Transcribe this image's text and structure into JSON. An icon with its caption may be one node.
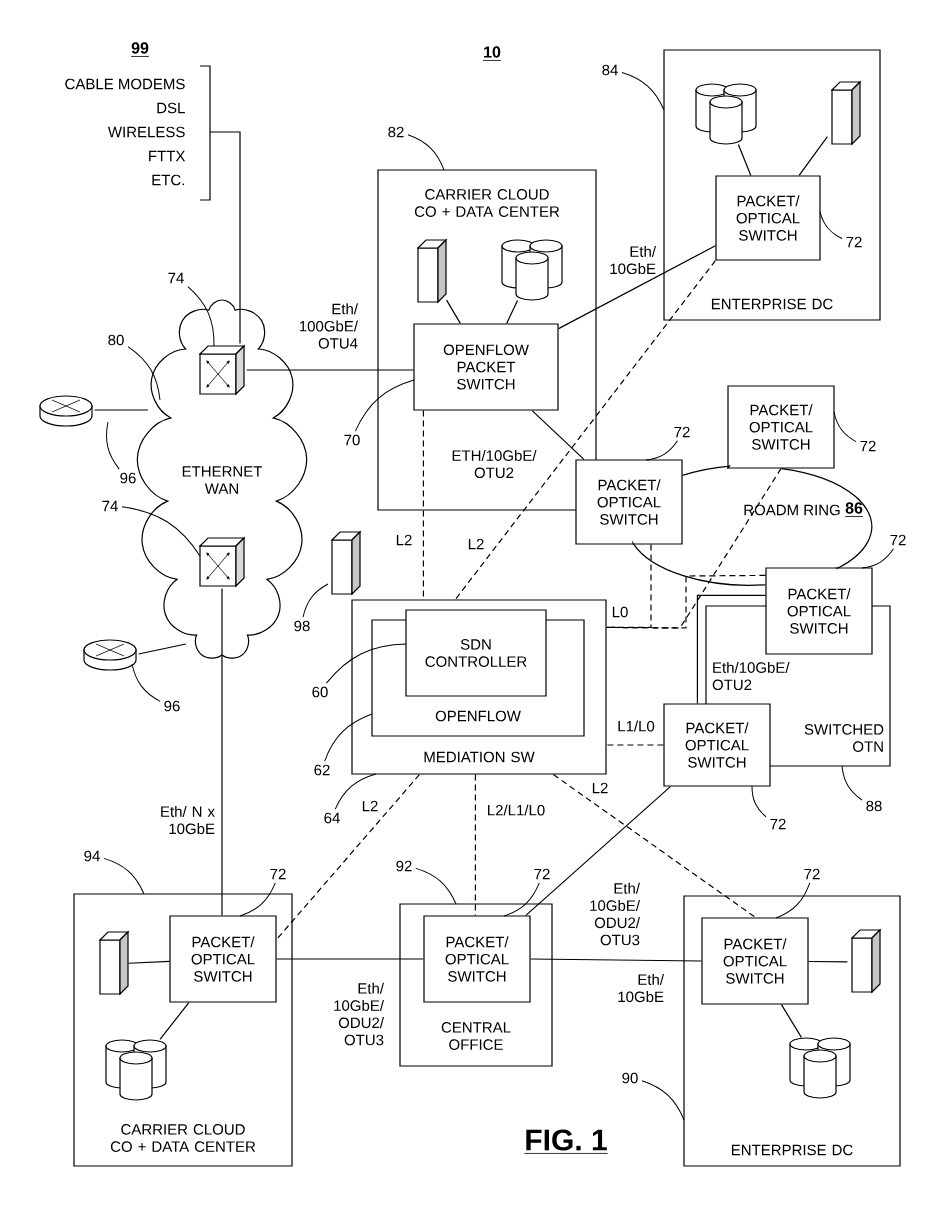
{
  "diagram": {
    "caption": "FIG. 1",
    "nodes": [
      {
        "text": [
          "CARRIER CLOUD CO + DATA CENTER"
        ]
      },
      {
        "text": [],
        "shape": "server",
        "in": 0
      },
      {
        "text": [],
        "shape": "cylinder",
        "in": 0
      },
      {
        "text": [
          "OPENFLOW PACKET SWITCH"
        ],
        "in": 0
      },
      {
        "text": [
          "ENTERPRISE DC"
        ]
      },
      {
        "text": [],
        "shape": "cylinder",
        "in": 4
      },
      {
        "text": [],
        "shape": "server",
        "in": 4
      },
      {
        "text": [
          "PACKET/ OPTICAL SWITCH"
        ],
        "in": 4
      },
      {
        "text": [
          "ETHERNET WAN"
        ]
      },
      {
        "text": [],
        "shape": "switch",
        "in": 8
      },
      {
        "text": [],
        "shape": "switch",
        "in": 8
      },
      {
        "text": [],
        "shape": "router"
      },
      {
        "text": [],
        "shape": "router"
      },
      {
        "text": [
          "99",
          "CABLE MODEMS",
          "DSL",
          "WIRELESS",
          "FTTX",
          "ETC."
        ]
      },
      {
        "text": [],
        "shape": "server"
      },
      {
        "text": [
          "MEDIATION SW"
        ]
      },
      {
        "text": [
          "OPENFLOW"
        ],
        "in": 15
      },
      {
        "text": [
          "SDN CONTROLLER"
        ],
        "in": 15
      },
      {
        "text": [
          "PACKET/ OPTICAL SWITCH"
        ]
      },
      {
        "text": [
          "PACKET/ OPTICAL SWITCH"
        ]
      },
      {
        "text": [
          "PACKET/ OPTICAL SWITCH"
        ]
      },
      {
        "text": [
          "ROADM RING",
          "86"
        ]
      },
      {
        "text": [
          "SWITCHED OTN"
        ]
      },
      {
        "text": [
          "PACKET/ OPTICAL SWITCH"
        ]
      },
      {
        "text": [
          "CARRIER CLOUD CO + DATA CENTER"
        ]
      },
      {
        "text": [
          "PACKET/ OPTICAL SWITCH"
        ],
        "in": 24
      },
      {
        "text": [],
        "shape": "server",
        "in": 24
      },
      {
        "text": [],
        "shape": "cylinder",
        "in": 24
      },
      {
        "text": [
          "CENTRAL OFFICE"
        ]
      },
      {
        "text": [
          "PACKET/ OPTICAL SWITCH"
        ],
        "in": 28
      },
      {
        "text": [
          "ENTERPRISE DC"
        ]
      },
      {
        "text": [
          "PACKET/ OPTICAL SWITCH"
        ],
        "in": 30
      },
      {
        "text": [],
        "shape": "server",
        "in": 30
      },
      {
        "text": [],
        "shape": "cylinder",
        "in": 30
      },
      {
        "text": [
          "82"
        ]
      },
      {
        "text": [
          "70"
        ]
      },
      {
        "text": [
          "84"
        ]
      },
      {
        "text": [
          "72"
        ],
        "in": 4
      },
      {
        "text": [
          "80"
        ]
      },
      {
        "text": [
          "74"
        ]
      },
      {
        "text": [
          "74"
        ]
      },
      {
        "text": [
          "96"
        ]
      },
      {
        "text": [
          "96"
        ]
      },
      {
        "text": [
          "98"
        ]
      },
      {
        "text": [
          "64"
        ]
      },
      {
        "text": [
          "62"
        ]
      },
      {
        "text": [
          "60"
        ]
      },
      {
        "text": [
          "72"
        ]
      },
      {
        "text": [
          "72"
        ]
      },
      {
        "text": [
          "72"
        ]
      },
      {
        "text": [
          "88"
        ]
      },
      {
        "text": [
          "72"
        ]
      },
      {
        "text": [
          "94"
        ]
      },
      {
        "text": [
          "72"
        ]
      },
      {
        "text": [
          "92"
        ]
      },
      {
        "text": [
          "72"
        ]
      },
      {
        "text": [
          "90"
        ]
      },
      {
        "text": [
          "72"
        ]
      }
    ],
    "edges": [
      {
        "from": 1,
        "to": 3,
        "arrow": "none"
      },
      {
        "from": 2,
        "to": 3,
        "arrow": "none"
      },
      {
        "from": 5,
        "to": 7,
        "arrow": "none"
      },
      {
        "from": 6,
        "to": 7,
        "arrow": "none"
      },
      {
        "from": 9,
        "to": 3,
        "arrow": "none",
        "label": "Eth/ 100GbE/ OTU4"
      },
      {
        "from": 3,
        "to": 7,
        "arrow": "none",
        "label": "Eth/ 10GbE"
      },
      {
        "from": 3,
        "to": 18,
        "arrow": "none",
        "label": "ETH/10GbE/ OTU2"
      },
      {
        "from": 3,
        "to": 15,
        "arrow": "none",
        "style": "dashed",
        "label": "L2"
      },
      {
        "from": 7,
        "to": 15,
        "arrow": "none",
        "style": "dashed",
        "label": "L2"
      },
      {
        "from": 18,
        "to": 15,
        "arrow": "none",
        "style": "dashed",
        "label": "L0"
      },
      {
        "from": 19,
        "to": 15,
        "arrow": "none",
        "style": "dashed"
      },
      {
        "from": 20,
        "to": 15,
        "arrow": "none",
        "style": "dashed"
      },
      {
        "from": 23,
        "to": 15,
        "arrow": "none",
        "style": "dashed",
        "label": "L1/L0"
      },
      {
        "from": 20,
        "to": 23,
        "arrow": "none",
        "label": "Eth/10GbE/ OTU2"
      },
      {
        "from": 13,
        "to": 9,
        "arrow": "none"
      },
      {
        "from": 11,
        "to": 8,
        "arrow": "none"
      },
      {
        "from": 12,
        "to": 8,
        "arrow": "none"
      },
      {
        "from": 10,
        "to": 25,
        "arrow": "none",
        "label": "Eth/ N x 10GbE"
      },
      {
        "from": 15,
        "to": 25,
        "arrow": "none",
        "style": "dashed",
        "label": "L2"
      },
      {
        "from": 15,
        "to": 29,
        "arrow": "none",
        "style": "dashed",
        "label": "L2/L1/L0"
      },
      {
        "from": 15,
        "to": 31,
        "arrow": "none",
        "style": "dashed",
        "label": "L2"
      },
      {
        "from": 25,
        "to": 29,
        "arrow": "none",
        "label": "Eth/ 10GbE/ ODU2/ OTU3"
      },
      {
        "from": 29,
        "to": 23,
        "arrow": "none",
        "label": "Eth/ 10GbE/ ODU2/ OTU3"
      },
      {
        "from": 29,
        "to": 31,
        "arrow": "none",
        "label": "Eth/ 10GbE"
      },
      {
        "from": 26,
        "to": 25,
        "arrow": "none"
      },
      {
        "from": 27,
        "to": 25,
        "arrow": "none"
      },
      {
        "from": 32,
        "to": 31,
        "arrow": "none"
      },
      {
        "from": 33,
        "to": 31,
        "arrow": "none"
      },
      {
        "from": 34,
        "to": 0,
        "arrow": "none"
      },
      {
        "from": 35,
        "to": 3,
        "arrow": "none"
      },
      {
        "from": 36,
        "to": 4,
        "arrow": "none"
      },
      {
        "from": 37,
        "to": 7,
        "arrow": "none"
      },
      {
        "from": 38,
        "to": 8,
        "arrow": "none"
      },
      {
        "from": 39,
        "to": 9,
        "arrow": "none"
      },
      {
        "from": 40,
        "to": 10,
        "arrow": "none"
      },
      {
        "from": 41,
        "to": 11,
        "arrow": "none"
      },
      {
        "from": 42,
        "to": 12,
        "arrow": "none"
      },
      {
        "from": 43,
        "to": 14,
        "arrow": "none"
      },
      {
        "from": 44,
        "to": 15,
        "arrow": "none"
      },
      {
        "from": 45,
        "to": 16,
        "arrow": "none"
      },
      {
        "from": 46,
        "to": 17,
        "arrow": "none"
      },
      {
        "from": 47,
        "to": 18,
        "arrow": "none"
      },
      {
        "from": 48,
        "to": 19,
        "arrow": "none"
      },
      {
        "from": 49,
        "to": 20,
        "arrow": "none"
      },
      {
        "from": 50,
        "to": 22,
        "arrow": "none"
      },
      {
        "from": 51,
        "to": 23,
        "arrow": "none"
      },
      {
        "from": 52,
        "to": 24,
        "arrow": "none"
      },
      {
        "from": 53,
        "to": 25,
        "arrow": "none"
      },
      {
        "from": 54,
        "to": 28,
        "arrow": "none"
      },
      {
        "from": 55,
        "to": 29,
        "arrow": "none"
      },
      {
        "from": 56,
        "to": 30,
        "arrow": "none"
      },
      {
        "from": 57,
        "to": 31,
        "arrow": "none"
      },
      {
        "from": 18,
        "to": 19,
        "arrow": "none"
      },
      {
        "from": 19,
        "to": 20,
        "arrow": "none"
      },
      {
        "from": 20,
        "to": 18,
        "arrow": "none"
      }
    ],
    "labels": [
      "10"
    ]
  }
}
